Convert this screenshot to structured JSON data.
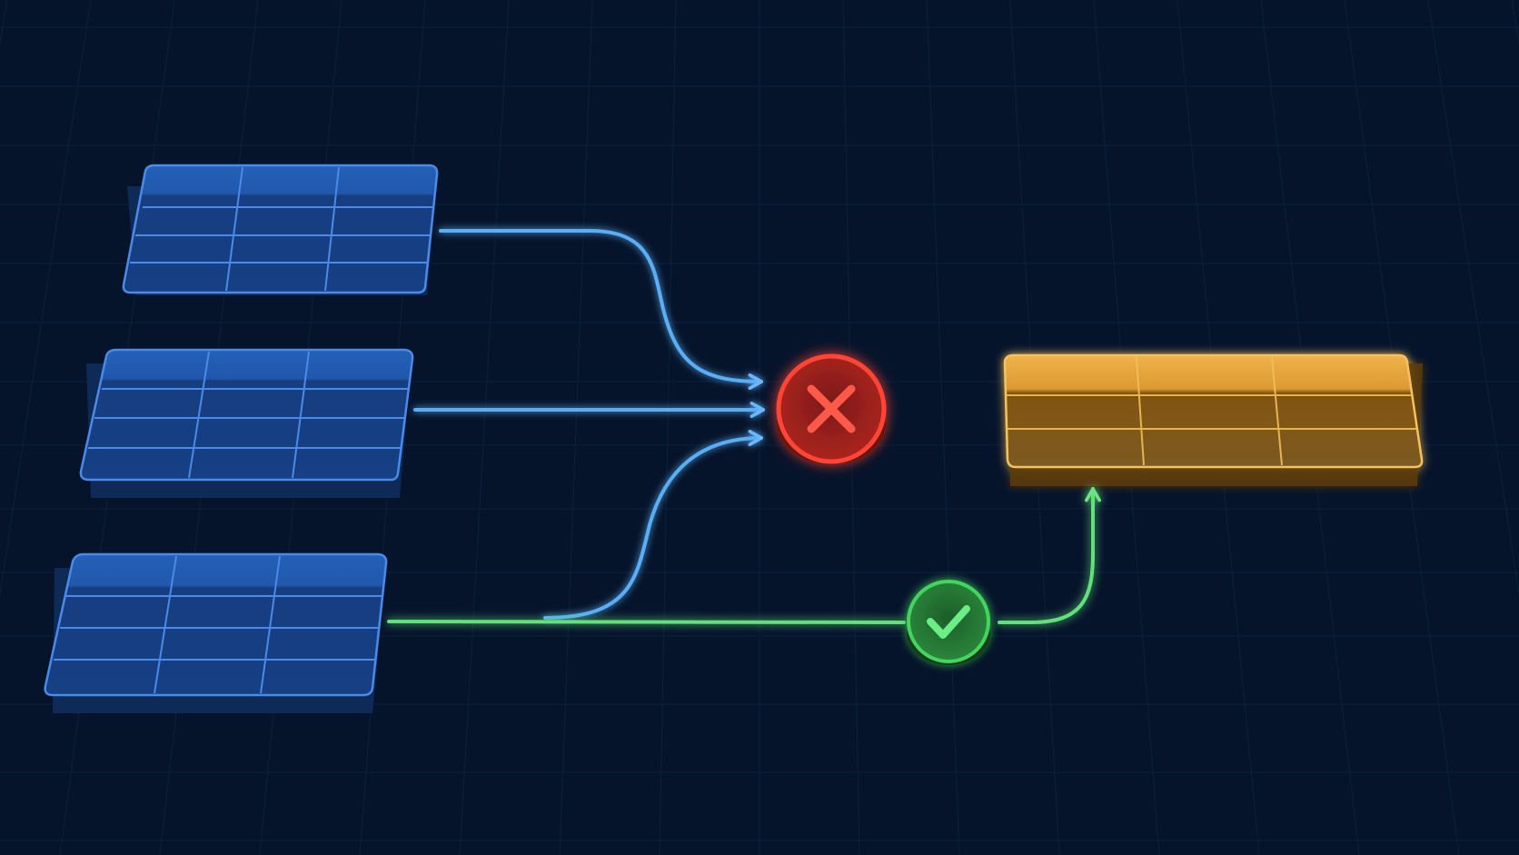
{
  "diagram": {
    "background_color": "#06142b",
    "grid_color": "#0f2a4a",
    "source_tables": [
      {
        "name": "source-table-1",
        "fill": "#1d4f9a",
        "border": "#3d7fe0",
        "rows": 4,
        "cols": 3
      },
      {
        "name": "source-table-2",
        "fill": "#1d4f9a",
        "border": "#3d7fe0",
        "rows": 4,
        "cols": 3
      },
      {
        "name": "source-table-3",
        "fill": "#1d4f9a",
        "border": "#3d7fe0",
        "rows": 4,
        "cols": 3
      }
    ],
    "target_table": {
      "name": "target-table",
      "fill_top": "#e8a93c",
      "fill_mid": "#8a5a12",
      "fill_bottom": "#7b5618",
      "border": "#f2bf5a",
      "rows": 3,
      "cols": 3
    },
    "flows": {
      "input_color": "#5aaef5",
      "reject_color": "#ff5a4a",
      "accept_color": "#62e07a"
    },
    "nodes": {
      "reject": {
        "icon": "x-icon",
        "fill": "#c42a22",
        "ring": "#ff4a3a"
      },
      "accept": {
        "icon": "check-icon",
        "fill": "#1f7a32",
        "ring": "#3fd05a"
      }
    }
  }
}
